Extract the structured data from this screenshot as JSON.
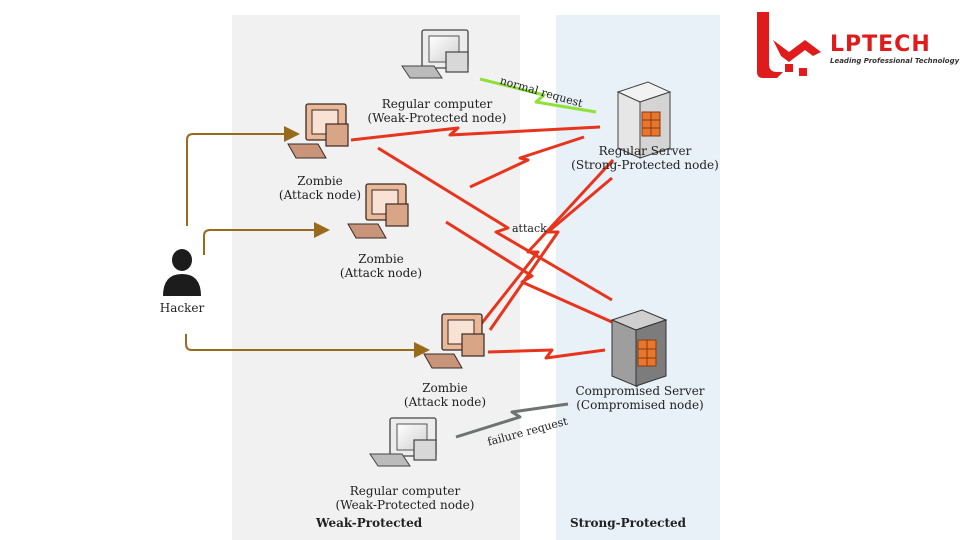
{
  "zones": {
    "weak": "Weak-Protected",
    "strong": "Strong-Protected"
  },
  "nodes": {
    "hacker": {
      "label": "Hacker"
    },
    "regular_computer_top": {
      "line1": "Regular computer",
      "line2": "(Weak-Protected node)"
    },
    "zombie_1": {
      "line1": "Zombie",
      "line2": "(Attack node)"
    },
    "zombie_2": {
      "line1": "Zombie",
      "line2": "(Attack node)"
    },
    "zombie_3": {
      "line1": "Zombie",
      "line2": "(Attack node)"
    },
    "regular_computer_bottom": {
      "line1": "Regular computer",
      "line2": "(Weak-Protected node)"
    },
    "regular_server": {
      "line1": "Regular Server",
      "line2": "(Strong-Protected node)"
    },
    "compromised_server": {
      "line1": "Compromised Server",
      "line2": "(Compromised node)"
    }
  },
  "edges": {
    "normal": "normal request",
    "attack": "attack",
    "failure": "failure request"
  },
  "logo": {
    "name": "LPTECH",
    "tagline": "Leading Professional Technology"
  },
  "colors": {
    "attack": "#e8341c",
    "normal": "#8fe03a",
    "failure": "#6c7370",
    "control": "#9a6a1c",
    "zombie": "#e9b99a",
    "computer": "#e4e4e4",
    "server": "#cfcfcf",
    "brand": "#e01b1b"
  }
}
